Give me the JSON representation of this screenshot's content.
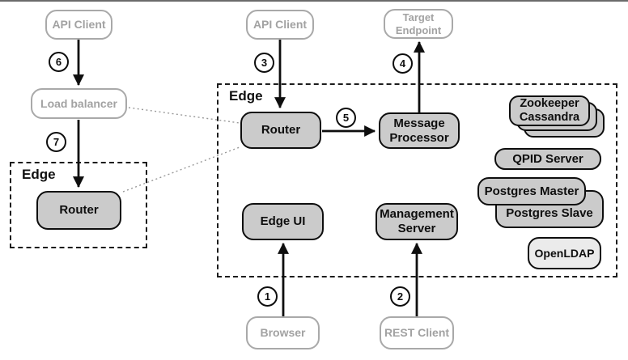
{
  "diagram": {
    "groups": {
      "left_edge": {
        "label": "Edge"
      },
      "main_edge": {
        "label": "Edge"
      }
    },
    "nodes": {
      "api_client_left": {
        "label": "API Client"
      },
      "api_client_mid": {
        "label": "API Client"
      },
      "target_endpoint": {
        "label": "Target Endpoint"
      },
      "load_balancer": {
        "label": "Load balancer"
      },
      "router_left": {
        "label": "Router"
      },
      "router_main": {
        "label": "Router"
      },
      "message_processor": {
        "label": "Message Processor"
      },
      "edge_ui": {
        "label": "Edge UI"
      },
      "management_server": {
        "label": "Management Server"
      },
      "browser": {
        "label": "Browser"
      },
      "rest_client": {
        "label": "REST Client"
      },
      "zookeeper": {
        "line1": "Zookeeper",
        "line2": "Cassandra"
      },
      "qpid_server": {
        "label": "QPID Server"
      },
      "postgres_master": {
        "label": "Postgres Master"
      },
      "postgres_slave": {
        "label": "Postgres Slave"
      },
      "openldap": {
        "label": "OpenLDAP"
      }
    },
    "steps": {
      "step1": "1",
      "step2": "2",
      "step3": "3",
      "step4": "4",
      "step5": "5",
      "step6": "6",
      "step7": "7"
    },
    "colors": {
      "node_fill": "#cbcbcb",
      "node_border": "#0e0e0e",
      "light_node_fill": "#ebebeb",
      "external_border": "#a9a9a9",
      "external_text": "#a2a2a2",
      "dotted_line": "#999999",
      "dashed_group_border": "#1c1c1c"
    }
  }
}
